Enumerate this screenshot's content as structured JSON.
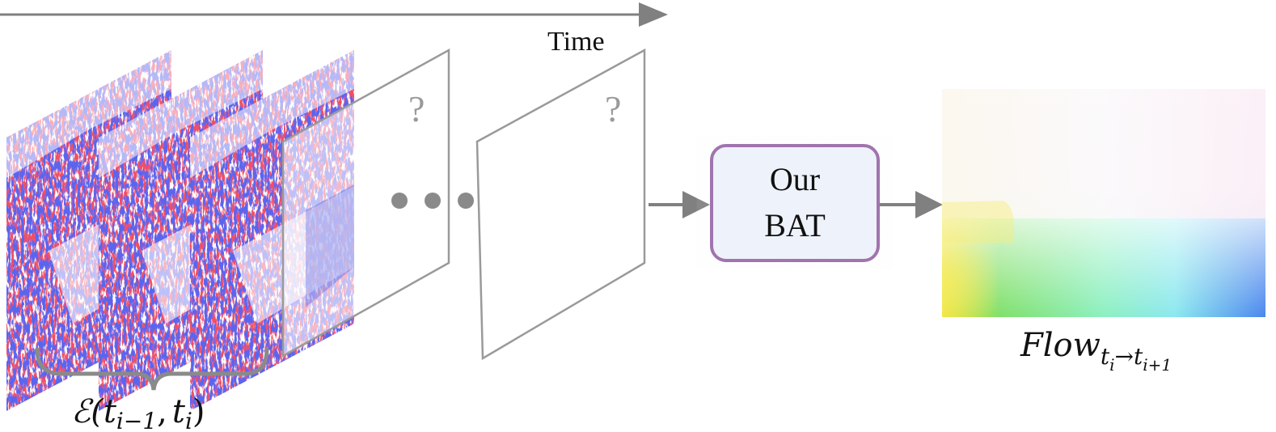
{
  "time_label": "Time",
  "unknown_mark": "?",
  "model_box": {
    "line1": "Our",
    "line2": "BAT"
  },
  "event_window_label": {
    "prefix": "ℰ(",
    "t1": "t",
    "t1_sub": "i−1",
    "sep": ",",
    "t2": "t",
    "t2_sub": "i",
    "suffix": ")"
  },
  "flow_label": {
    "main": "Flow",
    "sub_t1": "t",
    "sub_t1_sub": "i",
    "arrow": "→",
    "sub_t2": "t",
    "sub_t2_sub": "i+1"
  },
  "colors": {
    "arrow_gray": "#808080",
    "frame_gray": "#9a9a9a",
    "event_red": "#e0141e",
    "event_blue": "#1a22d8",
    "box_border": "#9a6aa8",
    "box_fill": "#eef2fa"
  }
}
